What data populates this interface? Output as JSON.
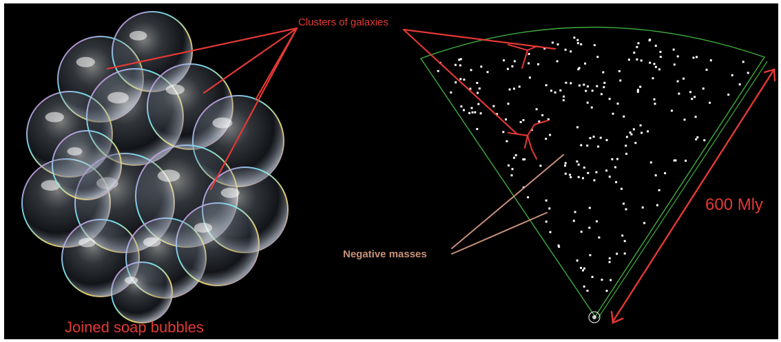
{
  "labels": {
    "clusters": "Clusters of galaxies",
    "negative_masses": "Negative masses",
    "bubbles": "Joined soap bubbles",
    "distance": "600 Mly"
  },
  "colors": {
    "background": "#000000",
    "annotation_red": "#e53935",
    "negative_tan": "#c8917a",
    "survey_outline": "#3fae3f",
    "galaxy_dot": "#ffffff"
  }
}
